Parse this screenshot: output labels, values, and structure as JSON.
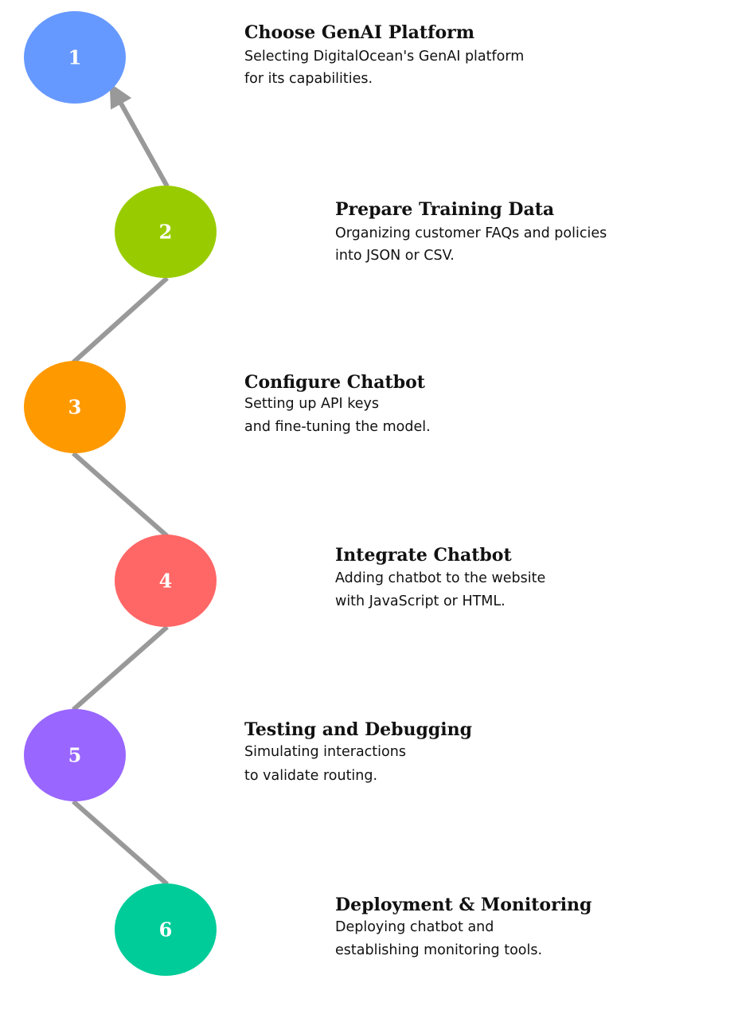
{
  "connector_color": "#999999",
  "steps": [
    {
      "number": "1",
      "title": "Choose GenAI Platform",
      "line1": "Selecting DigitalOcean's GenAI platform",
      "line2": "for its capabilities.",
      "color": "#6699FF"
    },
    {
      "number": "2",
      "title": "Prepare Training Data",
      "line1": "Organizing customer FAQs and policies",
      "line2": "into JSON or CSV.",
      "color": "#99CC00"
    },
    {
      "number": "3",
      "title": "Configure Chatbot",
      "line1": "Setting up API keys",
      "line2": "and fine-tuning the model.",
      "color": "#FF9900"
    },
    {
      "number": "4",
      "title": "Integrate Chatbot",
      "line1": "Adding chatbot to the website",
      "line2": "with JavaScript or HTML.",
      "color": "#FF6666"
    },
    {
      "number": "5",
      "title": "Testing and Debugging",
      "line1": "Simulating interactions",
      "line2": "to validate routing.",
      "color": "#9966FF"
    },
    {
      "number": "6",
      "title": "Deployment & Monitoring",
      "line1": "Deploying chatbot and",
      "line2": "establishing monitoring tools.",
      "color": "#00CC99"
    }
  ]
}
